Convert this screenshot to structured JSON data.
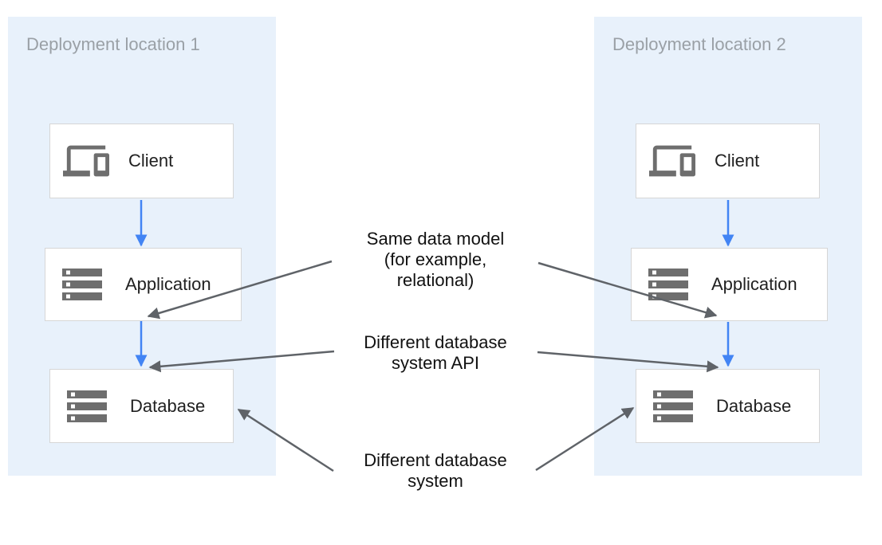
{
  "diagram": {
    "panels": [
      {
        "title": "Deployment location 1",
        "nodes": [
          {
            "label": "Client",
            "icon": "devices-icon"
          },
          {
            "label": "Application",
            "icon": "storage-icon"
          },
          {
            "label": "Database",
            "icon": "storage-icon"
          }
        ]
      },
      {
        "title": "Deployment location 2",
        "nodes": [
          {
            "label": "Client",
            "icon": "devices-icon"
          },
          {
            "label": "Application",
            "icon": "storage-icon"
          },
          {
            "label": "Database",
            "icon": "storage-icon"
          }
        ]
      }
    ],
    "annotations": [
      {
        "lines": [
          "Same data model",
          "(for example,",
          "relational)"
        ]
      },
      {
        "lines": [
          "Different database",
          "system API"
        ]
      },
      {
        "lines": [
          "Different database",
          "system"
        ]
      }
    ],
    "colors": {
      "panel_background": "#e8f1fb",
      "box_background": "#ffffff",
      "box_border": "#d6d6d6",
      "panel_title_text": "#9aa0a6",
      "node_label_text": "#212121",
      "annotation_text": "#111111",
      "flow_arrow_blue": "#4284f4",
      "annotation_arrow_gray": "#5f6368",
      "icon_gray": "#6e6e6e"
    }
  }
}
